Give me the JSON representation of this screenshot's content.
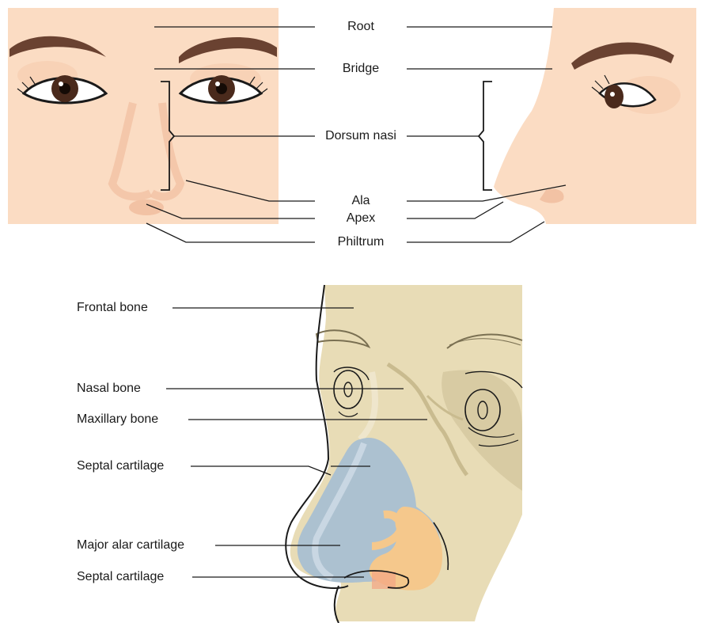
{
  "top_labels": {
    "root": "Root",
    "bridge": "Bridge",
    "dorsum_nasi": "Dorsum nasi",
    "ala": "Ala",
    "apex": "Apex",
    "philtrum": "Philtrum"
  },
  "bottom_labels": {
    "frontal_bone": "Frontal bone",
    "nasal_bone": "Nasal bone",
    "maxillary_bone": "Maxillary bone",
    "septal_cartilage_upper": "Septal cartilage",
    "major_alar_cartilage": "Major alar cartilage",
    "septal_cartilage_lower": "Septal cartilage"
  },
  "colors": {
    "skin": "#fbdcc3",
    "skin_shadow": "#f2c2a4",
    "brow": "#6a4231",
    "iris": "#4a2a1c",
    "skull": "#e8dcb6",
    "skull_shadow": "#d6c9a1",
    "cartilage_blue": "#a9bfd2",
    "cartilage_orange": "#f5c88c",
    "leader_line": "#1a1a1a"
  }
}
